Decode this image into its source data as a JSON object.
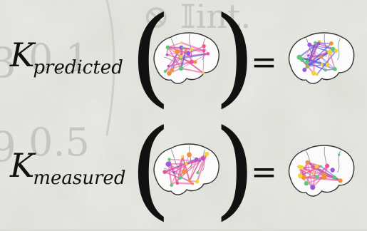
{
  "background": {
    "ghost_text_top": "⊗ 𝕀int.",
    "ghost_number_1": "0.1",
    "ghost_number_2": "0.5",
    "ghost_digit_left_1": "3",
    "ghost_digit_left_2": "9"
  },
  "equations": [
    {
      "symbol": "K",
      "subscript": "predicted",
      "open_paren": "(",
      "close_paren": ")",
      "equals": "="
    },
    {
      "symbol": "K",
      "subscript": "measured",
      "open_paren": "(",
      "close_paren": ")",
      "equals": "="
    }
  ],
  "colors": {
    "text": "#111111",
    "brain_outline": "#333333",
    "edge_pink": "#e8559a",
    "edge_blue": "#5b5be0",
    "node_yellow": "#f2d43a",
    "node_green": "#5cc87a",
    "node_orange": "#f0903a",
    "node_purple": "#9a5ad8"
  }
}
